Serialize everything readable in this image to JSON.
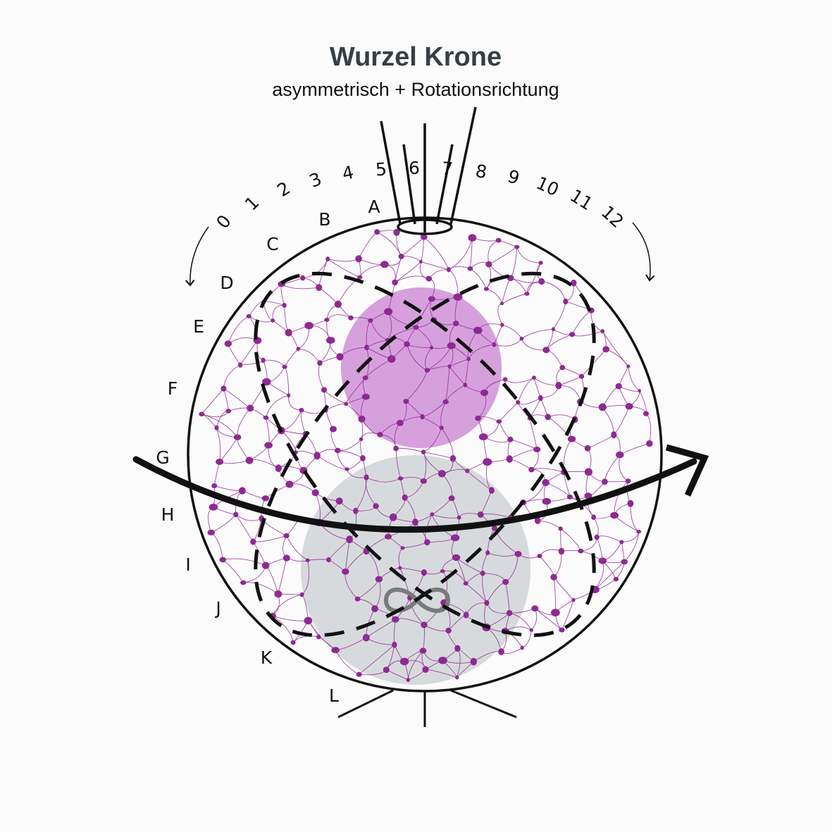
{
  "title": "Wurzel Krone",
  "subtitle": "asymmetrisch + Rotationsrichtung",
  "scale_numbers": [
    "0",
    "1",
    "2",
    "3",
    "4",
    "5",
    "6",
    "7",
    "8",
    "9",
    "10",
    "11",
    "12"
  ],
  "row_letters": [
    "A",
    "B",
    "C",
    "D",
    "E",
    "F",
    "G",
    "H",
    "I",
    "J",
    "K",
    "L"
  ],
  "colors": {
    "network": "#8e2a92",
    "upper_zone": "#cf8fd6",
    "lower_zone": "#d3d6d8",
    "outline": "#111111",
    "title": "#363f44"
  },
  "icons": [
    "infinity-icon",
    "rotation-arrow-icon",
    "curved-arrow-icon"
  ]
}
